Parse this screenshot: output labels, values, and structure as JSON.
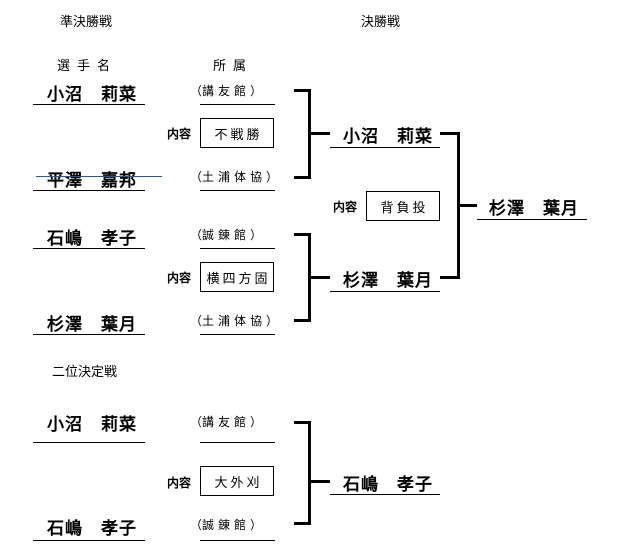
{
  "headers": {
    "semifinal": "準決勝戦",
    "final": "決勝戦",
    "player_name": "選手名",
    "affiliation": "所属",
    "third_place_match": "二位決定戦"
  },
  "content_label": "内容",
  "semifinal": [
    {
      "players": [
        {
          "name": "小沼　莉菜",
          "club": "講友館"
        },
        {
          "name": "平澤　嘉邦",
          "club": "土浦体協",
          "struck_out": true
        }
      ],
      "content": "不戦勝"
    },
    {
      "players": [
        {
          "name": "石嶋　孝子",
          "club": "誠錬館"
        },
        {
          "name": "杉澤　葉月",
          "club": "土浦体協"
        }
      ],
      "content": "横四方固"
    }
  ],
  "final": {
    "players": [
      "小沼　莉菜",
      "杉澤　葉月"
    ],
    "content": "背負投",
    "winner": "杉澤　葉月"
  },
  "playoff": {
    "players": [
      {
        "name": "小沼　莉菜",
        "club": "講友館"
      },
      {
        "name": "石嶋　孝子",
        "club": "誠錬館"
      }
    ],
    "content": "大外刈",
    "winner": "石嶋　孝子"
  }
}
